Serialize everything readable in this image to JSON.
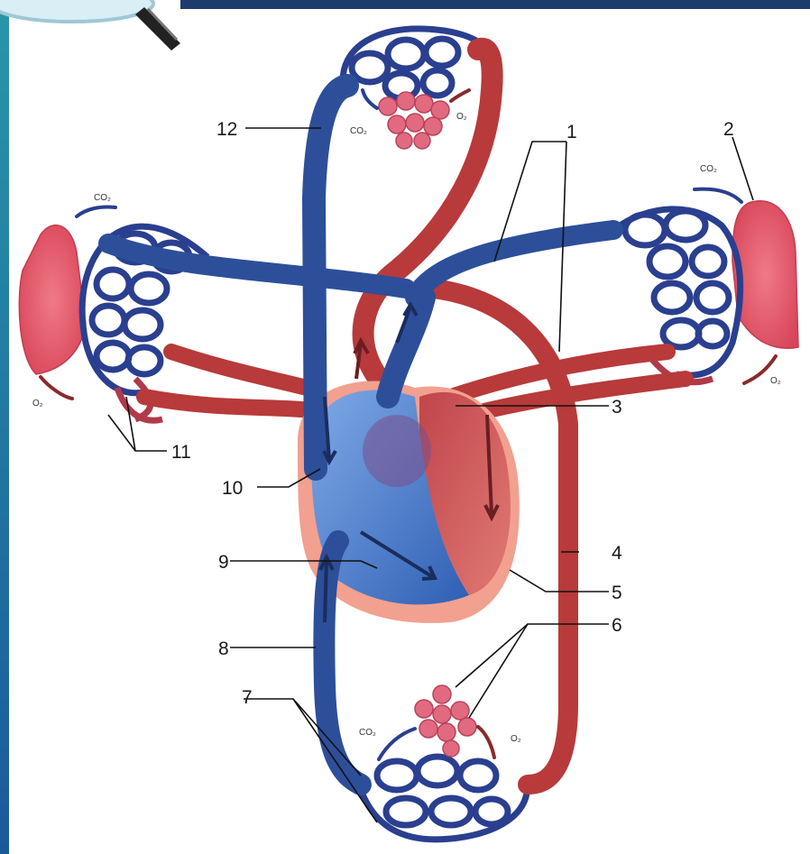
{
  "labels": {
    "l1": "1",
    "l2": "2",
    "l3": "3",
    "l4": "4",
    "l5": "5",
    "l6": "6",
    "l7": "7",
    "l8": "8",
    "l9": "9",
    "l10": "10",
    "l11": "11",
    "l12": "12"
  },
  "gases": {
    "top_co2": "CO₂",
    "top_o2": "O₂",
    "left_co2": "CO₂",
    "left_o2": "O₂",
    "right_co2": "CO₂",
    "right_o2": "O₂",
    "bottom_co2": "CO₂",
    "bottom_o2": "O₂"
  },
  "colors": {
    "venous": "#2d4f9a",
    "arterial": "#b83a3a",
    "frame_teal": "#1f7f9a",
    "frame_blue": "#1b4f8f"
  }
}
